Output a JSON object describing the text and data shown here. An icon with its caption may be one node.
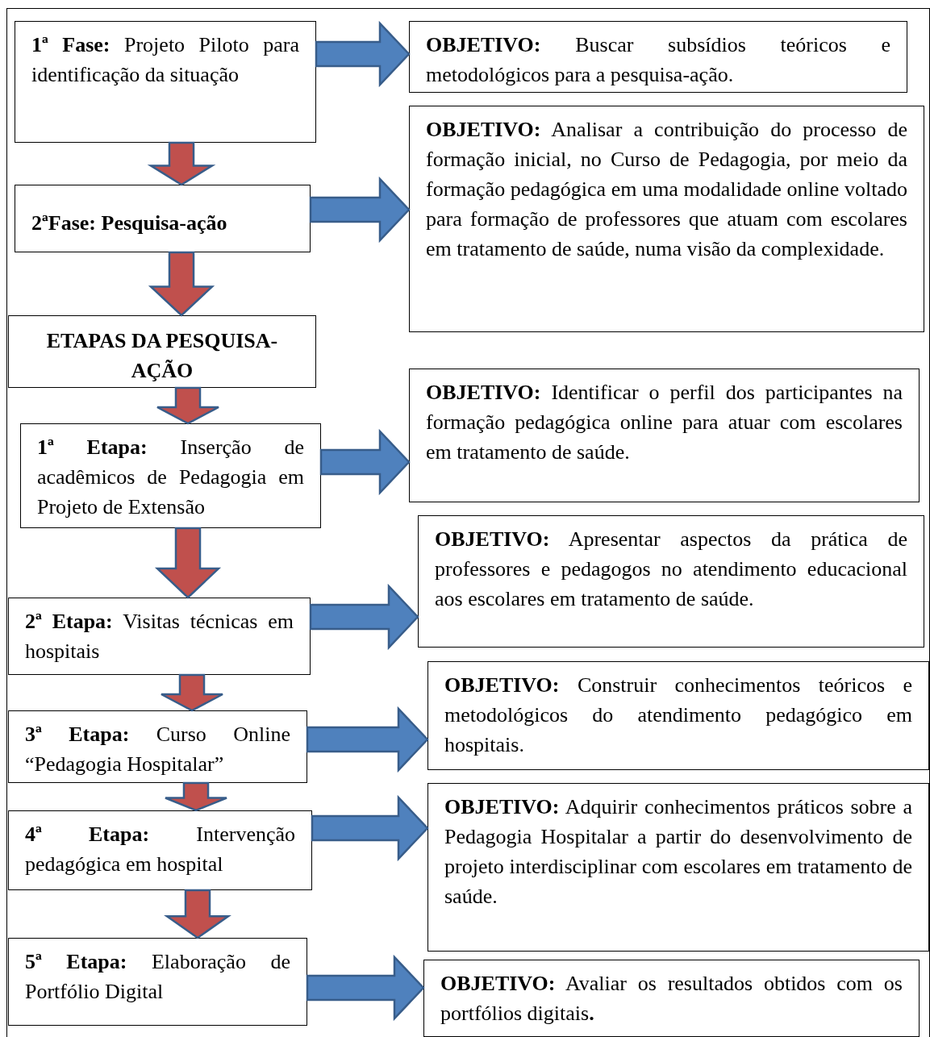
{
  "diagram": {
    "nodes": [
      {
        "text": [
          "**1ª Fase:** Projeto Piloto para identificação da situação"
        ]
      },
      {
        "text": [
          "2ªFase: Pesquisa-ação"
        ]
      },
      {
        "text": [
          "ETAPAS DA PESQUISA-AÇÃO"
        ]
      },
      {
        "text": [
          "**1ª Etapa:** Inserção de acadêmicos de Pedagogia em Projeto de Extensão"
        ]
      },
      {
        "text": [
          "**2ª Etapa:** Visitas técnicas em hospitais"
        ]
      },
      {
        "text": [
          "**3ª Etapa:** Curso Online “Pedagogia Hospitalar”"
        ]
      },
      {
        "text": [
          "**4ª Etapa:** Intervenção pedagógica em hospital"
        ]
      },
      {
        "text": [
          "**5ª Etapa:** Elaboração de Portfólio Digital"
        ]
      },
      {
        "text": [
          "**OBJETIVO:** Buscar subsídios teóricos e metodológicos para a pesquisa-ação."
        ]
      },
      {
        "text": [
          "**OBJETIVO:** Analisar a contribuição do processo de formação inicial, no Curso de Pedagogia, por meio da formação pedagógica em uma modalidade online voltado para formação de professores que atuam com escolares em tratamento de saúde, numa visão da complexidade."
        ]
      },
      {
        "text": [
          "**OBJETIVO:** Identificar o perfil dos participantes na formação pedagógica online para atuar com escolares em tratamento de saúde."
        ]
      },
      {
        "text": [
          "**OBJETIVO:** Apresentar aspectos da prática de professores e pedagogos no atendimento educacional aos escolares em tratamento de saúde."
        ]
      },
      {
        "text": [
          "**OBJETIVO:** Construir conhecimentos teóricos e metodológicos do atendimento pedagógico em hospitais."
        ]
      },
      {
        "text": [
          "**OBJETIVO:** Adquirir conhecimentos práticos sobre a Pedagogia Hospitalar a partir do desenvolvimento de projeto interdisciplinar com escolares em tratamento de saúde."
        ]
      },
      {
        "text": [
          "**OBJETIVO:** Avaliar os resultados obtidos com os portfólios digitais**.**"
        ]
      }
    ],
    "edges": [
      {
        "from": 0,
        "to": 1,
        "arrow": "to",
        "color": "#c0504d"
      },
      {
        "from": 1,
        "to": 2,
        "arrow": "to",
        "color": "#c0504d"
      },
      {
        "from": 2,
        "to": 3,
        "arrow": "to",
        "color": "#c0504d"
      },
      {
        "from": 3,
        "to": 4,
        "arrow": "to",
        "color": "#c0504d"
      },
      {
        "from": 4,
        "to": 5,
        "arrow": "to",
        "color": "#c0504d"
      },
      {
        "from": 5,
        "to": 6,
        "arrow": "to",
        "color": "#c0504d"
      },
      {
        "from": 6,
        "to": 7,
        "arrow": "to",
        "color": "#c0504d"
      },
      {
        "from": 0,
        "to": 8,
        "arrow": "to",
        "color": "#4f81bd"
      },
      {
        "from": 1,
        "to": 9,
        "arrow": "to",
        "color": "#4f81bd"
      },
      {
        "from": 3,
        "to": 10,
        "arrow": "to",
        "color": "#4f81bd"
      },
      {
        "from": 4,
        "to": 11,
        "arrow": "to",
        "color": "#4f81bd"
      },
      {
        "from": 5,
        "to": 12,
        "arrow": "to",
        "color": "#4f81bd"
      },
      {
        "from": 6,
        "to": 13,
        "arrow": "to",
        "color": "#4f81bd"
      },
      {
        "from": 7,
        "to": 14,
        "arrow": "to",
        "color": "#4f81bd"
      }
    ]
  }
}
